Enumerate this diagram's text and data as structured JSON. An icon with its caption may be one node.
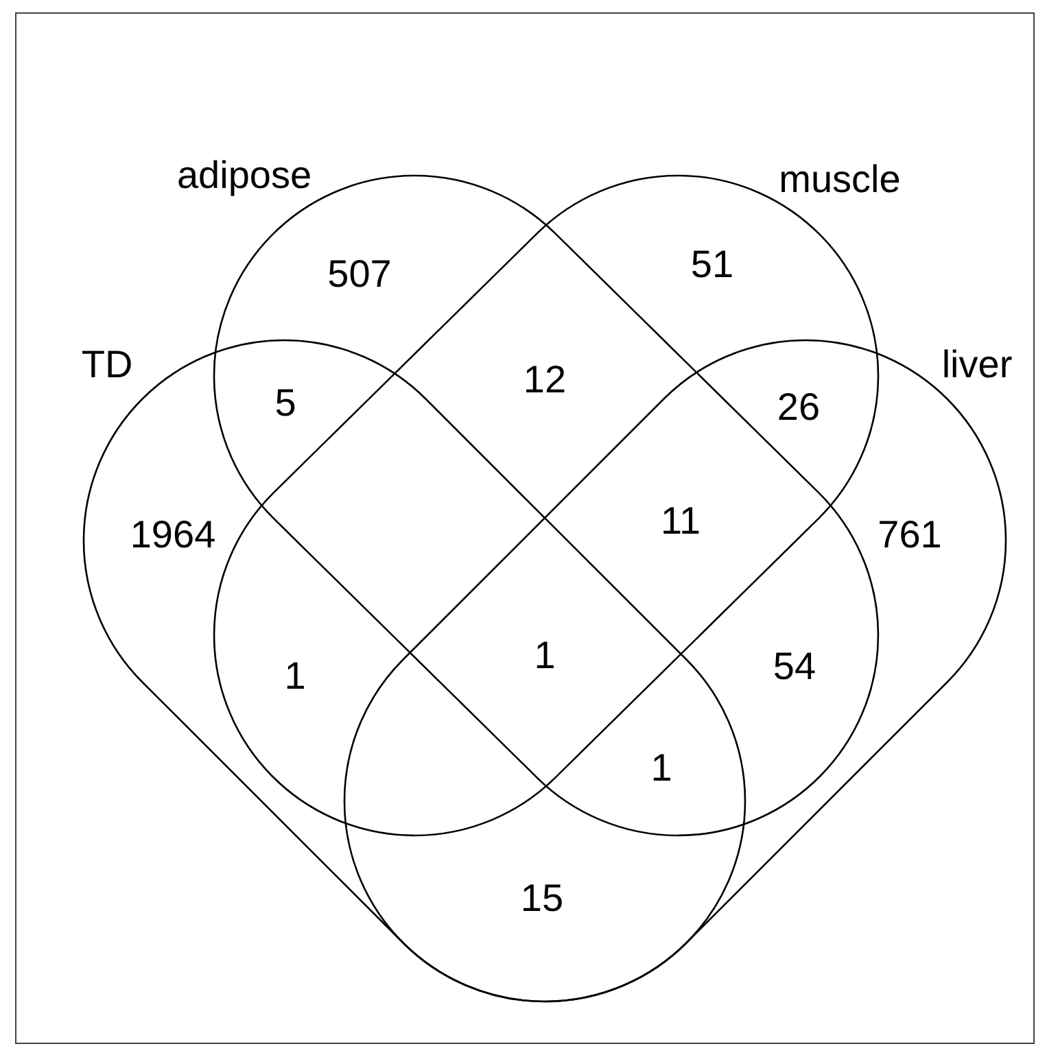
{
  "diagram": {
    "nodes": [
      {
        "text": [
          "adipose"
        ]
      },
      {
        "text": [
          "muscle"
        ]
      },
      {
        "text": [
          "TD"
        ]
      },
      {
        "text": [
          "liver"
        ]
      }
    ],
    "labels": [
      "507",
      "51",
      "5",
      "12",
      "26",
      "1964",
      "11",
      "761",
      "1",
      "1",
      "54",
      "1",
      "15"
    ]
  }
}
